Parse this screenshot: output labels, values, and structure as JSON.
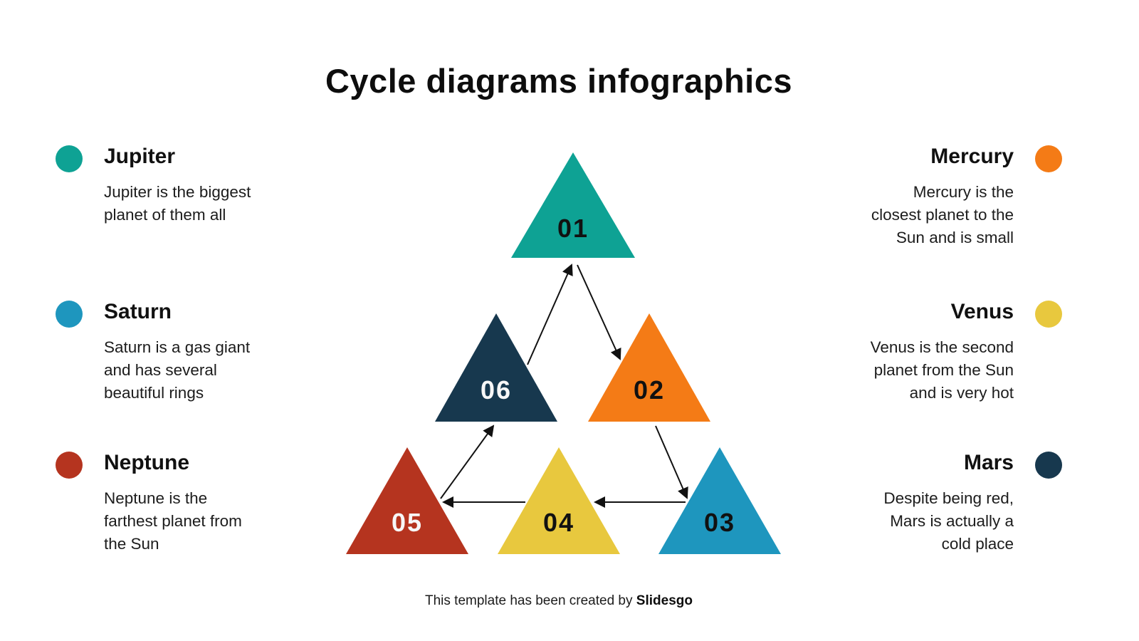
{
  "title": "Cycle diagrams infographics",
  "left_items": [
    {
      "name": "Jupiter",
      "desc": "Jupiter is the biggest\nplanet of them all",
      "color": "#0ea294"
    },
    {
      "name": "Saturn",
      "desc": "Saturn is a gas giant\nand has several\nbeautiful rings",
      "color": "#1e96be"
    },
    {
      "name": "Neptune",
      "desc": "Neptune is the\nfarthest planet from\nthe Sun",
      "color": "#b5341f"
    }
  ],
  "right_items": [
    {
      "name": "Mercury",
      "desc": "Mercury is the\nclosest planet to the\nSun and is small",
      "color": "#f47b16"
    },
    {
      "name": "Venus",
      "desc": "Venus is the second\nplanet from the Sun\nand is very hot",
      "color": "#e8c83e"
    },
    {
      "name": "Mars",
      "desc": "Despite being red,\nMars is actually a\ncold place",
      "color": "#17384e"
    }
  ],
  "pyramid": {
    "steps": [
      {
        "num": "01",
        "color": "#0ea294",
        "text_color": "#111111"
      },
      {
        "num": "02",
        "color": "#f47b16",
        "text_color": "#111111"
      },
      {
        "num": "03",
        "color": "#1e96be",
        "text_color": "#111111"
      },
      {
        "num": "04",
        "color": "#e8c83e",
        "text_color": "#111111"
      },
      {
        "num": "05",
        "color": "#b5341f",
        "text_color": "#f7f7f7"
      },
      {
        "num": "06",
        "color": "#17384e",
        "text_color": "#f7f7f7"
      }
    ],
    "flow": [
      {
        "from": "01",
        "to": "02"
      },
      {
        "from": "02",
        "to": "03"
      },
      {
        "from": "03",
        "to": "04"
      },
      {
        "from": "04",
        "to": "05"
      },
      {
        "from": "05",
        "to": "06"
      },
      {
        "from": "06",
        "to": "01"
      }
    ]
  },
  "footer": {
    "text": "This template has been created by ",
    "brand": "Slidesgo"
  }
}
